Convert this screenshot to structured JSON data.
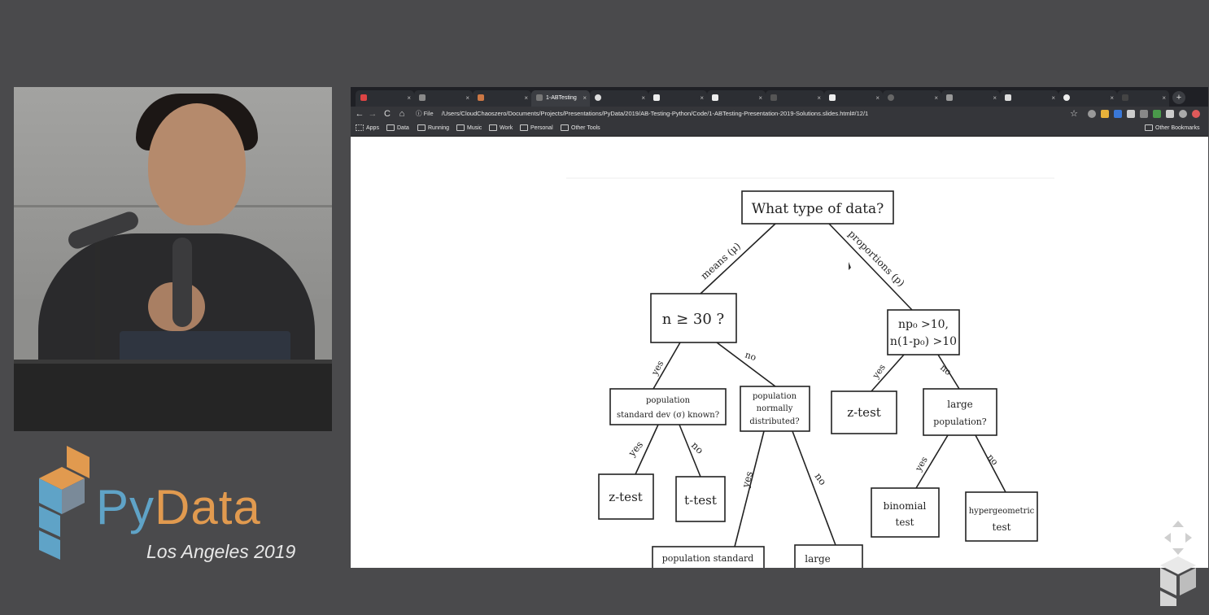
{
  "event": {
    "brand_py": "Py",
    "brand_data": "Data",
    "subtitle": "Los Angeles 2019"
  },
  "browser": {
    "tabs": [
      "",
      "",
      "",
      "1-ABTesting",
      "",
      "",
      "",
      "",
      "",
      "",
      "",
      "",
      "",
      "",
      ""
    ],
    "active_tab": "1-ABTesting",
    "new_tab": "+",
    "nav": {
      "back": "←",
      "forward": "→",
      "reload": "C",
      "home": "⌂",
      "info": "ⓘ"
    },
    "scheme_label": "File",
    "url": "/Users/CloudChaoszero/Documents/Projects/Presentations/PyData/2019/AB-Testing-Python/Code/1-ABTesting-Presentation-2019-Solutions.slides.html#/12/1",
    "star": "☆",
    "bookmarks": [
      "Apps",
      "Data",
      "Running",
      "Music",
      "Work",
      "Personal",
      "Other Tools"
    ],
    "other_bookmarks": "Other Bookmarks"
  },
  "tree": {
    "root": "What type of data?",
    "edge_means": "means (μ)",
    "edge_proportions": "proportions (p)",
    "n30": "n ≥ 30 ?",
    "np_line1": "np₀ >10,",
    "np_line2": "n(1-p₀) >10",
    "yes": "yes",
    "no": "no",
    "known_line1": "population",
    "known_line2": "standard dev (σ) known?",
    "normal_line1": "population",
    "normal_line2": "normally",
    "normal_line3": "distributed?",
    "ztest_right": "z-test",
    "large_line1": "large",
    "large_line2": "population?",
    "ztest": "z-test",
    "ttest": "t-test",
    "binomial_line1": "binomial",
    "binomial_line2": "test",
    "hyper_line1": "hypergeometric",
    "hyper_line2": "test",
    "bottom_left": "population standard",
    "bottom_right": "large"
  }
}
